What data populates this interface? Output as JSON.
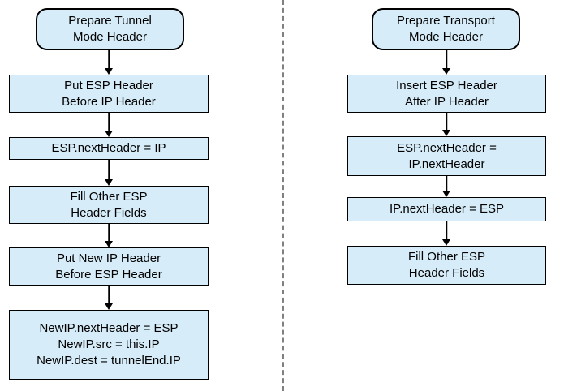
{
  "colors": {
    "box_fill": "#d6ecf8",
    "box_border": "#000000",
    "divider": "#808080",
    "text": "#000000",
    "background": "#ffffff",
    "arrow": "#000000"
  },
  "left_flow": {
    "nodes": [
      {
        "shape": "rounded",
        "lines": [
          "Prepare Tunnel",
          "Mode Header"
        ]
      },
      {
        "shape": "rect",
        "lines": [
          "Put ESP Header",
          "Before IP Header"
        ]
      },
      {
        "shape": "rect",
        "lines": [
          "ESP.nextHeader = IP"
        ]
      },
      {
        "shape": "rect",
        "lines": [
          "Fill Other ESP",
          "Header Fields"
        ]
      },
      {
        "shape": "rect",
        "lines": [
          "Put New IP Header",
          "Before ESP Header"
        ]
      },
      {
        "shape": "rect",
        "lines": [
          "NewIP.nextHeader = ESP",
          "NewIP.src = this.IP",
          "NewIP.dest = tunnelEnd.IP"
        ]
      }
    ]
  },
  "right_flow": {
    "nodes": [
      {
        "shape": "rounded",
        "lines": [
          "Prepare Transport",
          "Mode Header"
        ]
      },
      {
        "shape": "rect",
        "lines": [
          "Insert ESP Header",
          "After IP Header"
        ]
      },
      {
        "shape": "rect",
        "lines": [
          "ESP.nextHeader =",
          "IP.nextHeader"
        ]
      },
      {
        "shape": "rect",
        "lines": [
          "IP.nextHeader = ESP"
        ]
      },
      {
        "shape": "rect",
        "lines": [
          "Fill Other ESP",
          "Header Fields"
        ]
      }
    ]
  }
}
